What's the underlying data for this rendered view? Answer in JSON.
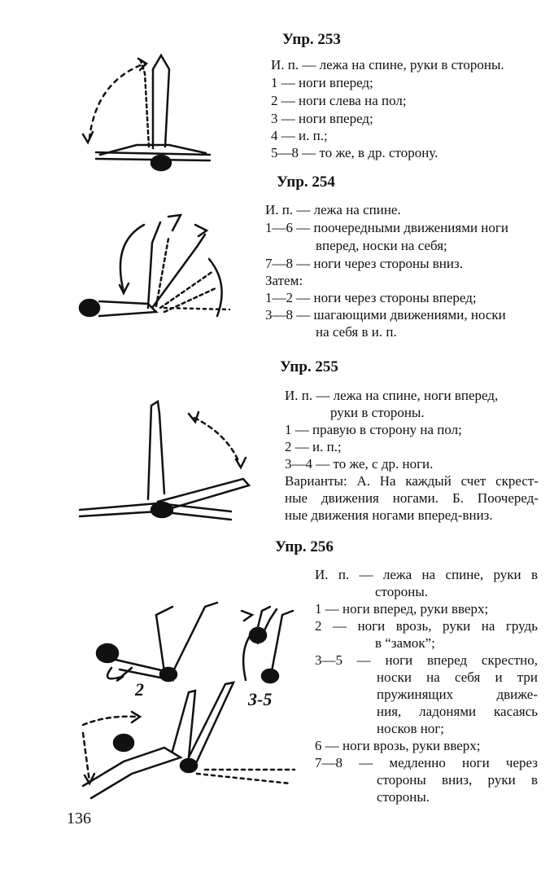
{
  "page_number": "136",
  "figure_labels": {
    "ex256_a": "2",
    "ex256_b": "3-5"
  },
  "exercises": [
    {
      "title": "Упр. 253",
      "lines": [
        "И. п. — лежа на спине, руки в стороны.",
        "1 — ноги вперед;",
        "2 — ноги слева на пол;",
        "3 — ноги вперед;",
        "4 — и. п.;",
        "5—8 — то же, в др. сторону."
      ]
    },
    {
      "title": "Упр. 254",
      "lines": [
        "И. п. — лежа на спине.",
        "1—6 — поочередными движениями ноги",
        "вперед, носки на себя;",
        "7—8 — ноги через стороны вниз.",
        "Затем:",
        "1—2 — ноги через стороны вперед;",
        "3—8 — шагающими движениями, носки",
        "на себя в и. п."
      ]
    },
    {
      "title": "Упр. 255",
      "lines": [
        "И. п. — лежа на спине, ноги вперед,",
        "руки в стороны.",
        "1 — правую в сторону на пол;",
        "2 — и. п.;",
        "3—4 — то же, с др. ноги.",
        "Варианты: А. На каждый счет скрест-",
        "ные движения ногами. Б. Поочеред-",
        "ные движения ногами вперед-вниз."
      ]
    },
    {
      "title": "Упр. 256",
      "lines": [
        "И. п. — лежа на спине, руки в",
        "стороны.",
        "1 — ноги вперед, руки вверх;",
        "2 — ноги врозь, руки на грудь",
        "в “замок”;",
        "3—5 — ноги вперед скрестно,",
        "носки на себя и три",
        "пружинящих движе-",
        "ния, ладонями касаясь",
        "носков ног;",
        "6 — ноги врозь, руки вверх;",
        "7—8 — медленно ноги через",
        "стороны вниз, руки в",
        "стороны."
      ]
    }
  ]
}
